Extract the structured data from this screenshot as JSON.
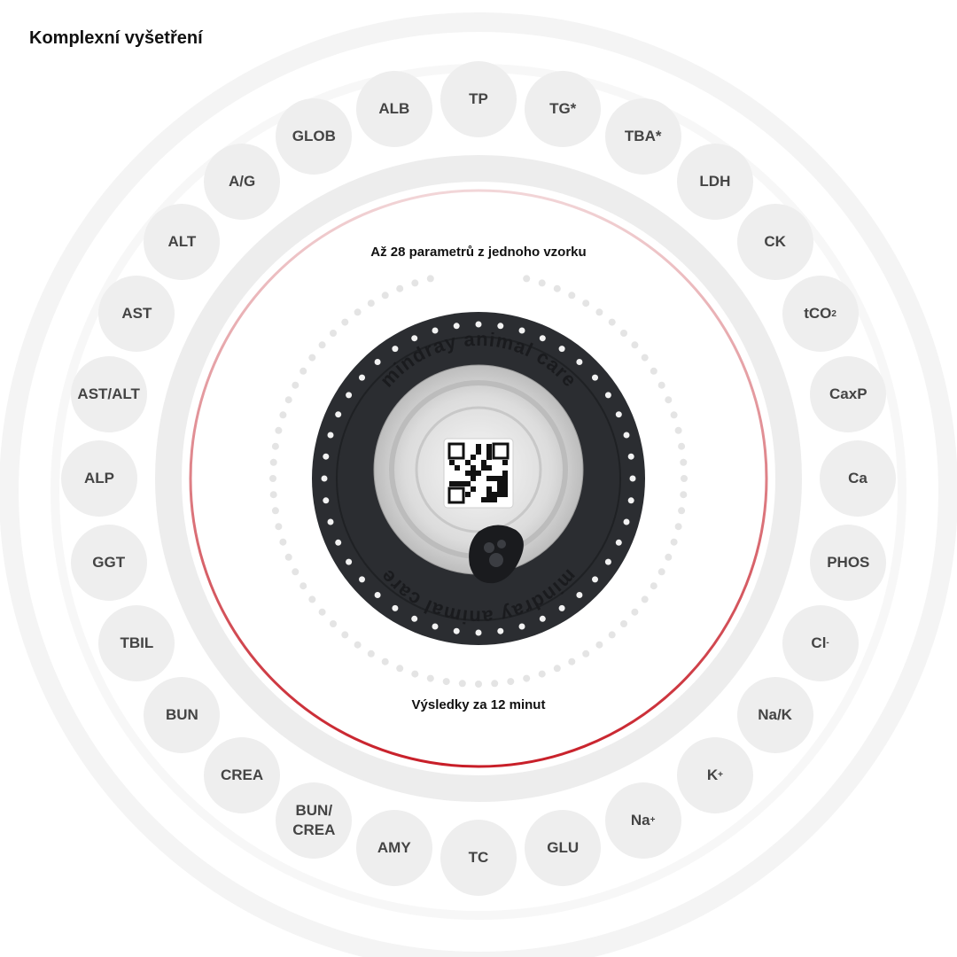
{
  "title": "Komplexní vyšetření",
  "captions": {
    "top": "Až 28 parametrů z jednoho vzorku",
    "bottom": "Výsledky za 12 minut"
  },
  "disc": {
    "brand_text": "mindray animal care",
    "icons": [
      "paw-icon",
      "qr-code"
    ]
  },
  "colors": {
    "accent": "#d0222a",
    "disc": "#2b2d31",
    "bubble": "#eeeeee",
    "bubble_text": "#444444"
  },
  "parameters": [
    {
      "label": "TP"
    },
    {
      "label": "TG*"
    },
    {
      "label": "TBA*"
    },
    {
      "label": "LDH"
    },
    {
      "label": "CK"
    },
    {
      "label": "tCO",
      "sub": "2"
    },
    {
      "label": "CaxP"
    },
    {
      "label": "Ca"
    },
    {
      "label": "PHOS"
    },
    {
      "label": "Cl",
      "sup": "-"
    },
    {
      "label": "Na/K"
    },
    {
      "label": "K",
      "sup": "+"
    },
    {
      "label": "Na",
      "sup": "+"
    },
    {
      "label": "GLU"
    },
    {
      "label": "TC"
    },
    {
      "label": "AMY"
    },
    {
      "label": "BUN/\nCREA"
    },
    {
      "label": "CREA"
    },
    {
      "label": "BUN"
    },
    {
      "label": "TBIL"
    },
    {
      "label": "GGT"
    },
    {
      "label": "ALP"
    },
    {
      "label": "AST/ALT"
    },
    {
      "label": "AST"
    },
    {
      "label": "ALT"
    },
    {
      "label": "A/G"
    },
    {
      "label": "GLOB"
    },
    {
      "label": "ALB"
    }
  ]
}
